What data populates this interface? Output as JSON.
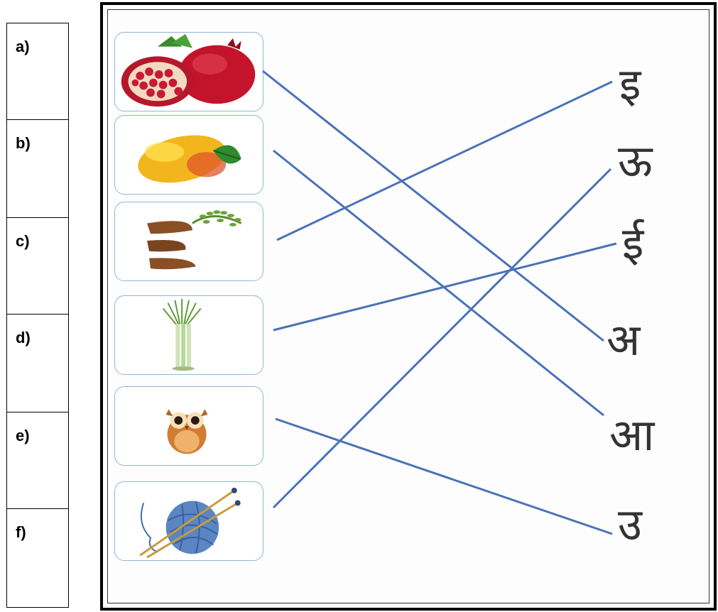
{
  "answers": {
    "labels": [
      "a)",
      "b)",
      "c)",
      "d)",
      "e)",
      "f)"
    ]
  },
  "pictures": [
    {
      "id": "pomegranate",
      "icon": "pomegranate-icon"
    },
    {
      "id": "mango",
      "icon": "mango-icon"
    },
    {
      "id": "tamarind",
      "icon": "tamarind-icon"
    },
    {
      "id": "sugarcane",
      "icon": "sugarcane-icon"
    },
    {
      "id": "owl",
      "icon": "owl-icon"
    },
    {
      "id": "wool",
      "icon": "wool-ball-icon"
    }
  ],
  "letters": [
    "इ",
    "ऊ",
    "ई",
    "अ",
    "आ",
    "उ"
  ],
  "matches": [
    {
      "from": "pomegranate",
      "to": "अ"
    },
    {
      "from": "mango",
      "to": "आ"
    },
    {
      "from": "tamarind",
      "to": "इ"
    },
    {
      "from": "sugarcane",
      "to": "ई"
    },
    {
      "from": "owl",
      "to": "उ"
    },
    {
      "from": "wool",
      "to": "ऊ"
    }
  ],
  "colors": {
    "line": "#4a72b8",
    "box_border": "#8fb6d6"
  }
}
